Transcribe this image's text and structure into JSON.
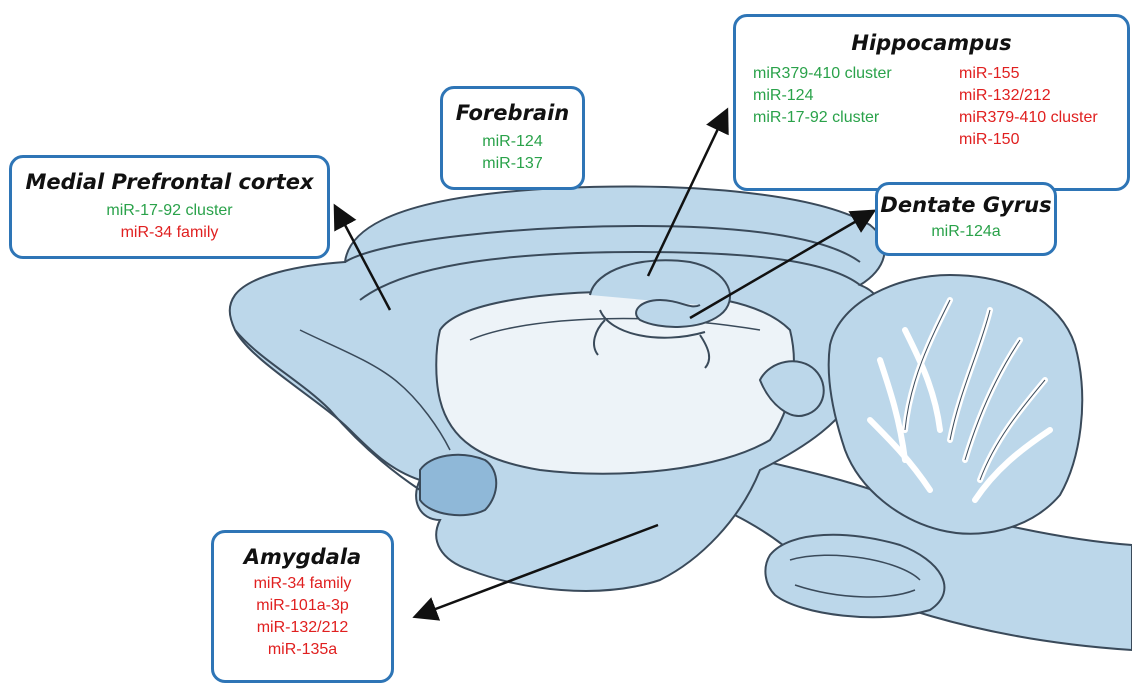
{
  "colors": {
    "upregulated": "#2aa24a",
    "downregulated": "#e02020",
    "box_border": "#2e75b6",
    "brain_fill": "#bcd7ea",
    "brain_outline": "#3a4a5a"
  },
  "regions": {
    "medial_prefrontal_cortex": {
      "title": "Medial Prefrontal cortex",
      "green": [
        "miR-17-92 cluster"
      ],
      "red": [
        "miR-34 family"
      ]
    },
    "forebrain": {
      "title": "Forebrain",
      "green": [
        "miR-124",
        "miR-137"
      ],
      "red": []
    },
    "hippocampus": {
      "title": "Hippocampus",
      "green": [
        "miR379-410 cluster",
        "miR-124",
        "miR-17-92 cluster"
      ],
      "red": [
        "miR-155",
        "miR-132/212",
        "miR379-410 cluster",
        "miR-150"
      ]
    },
    "dentate_gyrus": {
      "title": "Dentate Gyrus",
      "green": [
        "miR-124a"
      ],
      "red": []
    },
    "amygdala": {
      "title": "Amygdala",
      "green": [],
      "red": [
        "miR-34 family",
        "miR-101a-3p",
        "miR-132/212",
        "miR-135a"
      ]
    }
  }
}
